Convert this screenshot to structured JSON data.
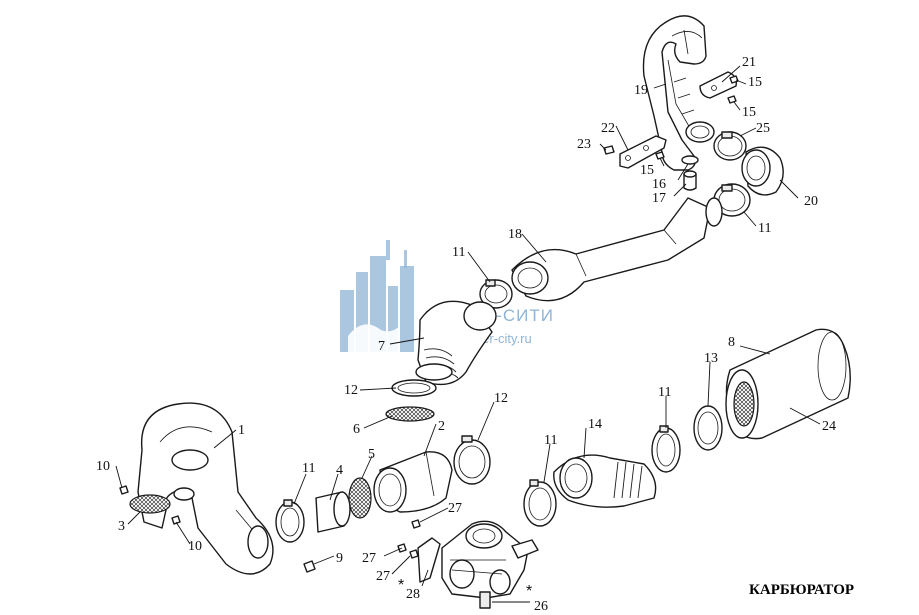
{
  "caption": "КАРБЮРАТОР",
  "watermark": {
    "title": "СКУТЕР-СИТИ",
    "url": "www.scooter-city.ru"
  },
  "callouts": {
    "c1": "1",
    "c2": "2",
    "c3": "3",
    "c4": "4",
    "c5": "5",
    "c6": "6",
    "c7": "7",
    "c8": "8",
    "c9": "9",
    "c10a": "10",
    "c10b": "10",
    "c11a": "11",
    "c11b": "11",
    "c11c": "11",
    "c11d": "11",
    "c11e": "11",
    "c12a": "12",
    "c12b": "12",
    "c13": "13",
    "c14": "14",
    "c15a": "15",
    "c15b": "15",
    "c15c": "15",
    "c16": "16",
    "c17": "17",
    "c18": "18",
    "c19": "19",
    "c20": "20",
    "c21": "21",
    "c22": "22",
    "c23": "23",
    "c24": "24",
    "c25": "25",
    "c26": "26",
    "c27a": "27",
    "c27b": "27",
    "c27c": "27",
    "c28": "28"
  },
  "stars": {
    "s1": "*",
    "s2": "*"
  },
  "colors": {
    "line": "#1a1a1a",
    "watermark": "#8fb4d6",
    "background": "#ffffff"
  }
}
